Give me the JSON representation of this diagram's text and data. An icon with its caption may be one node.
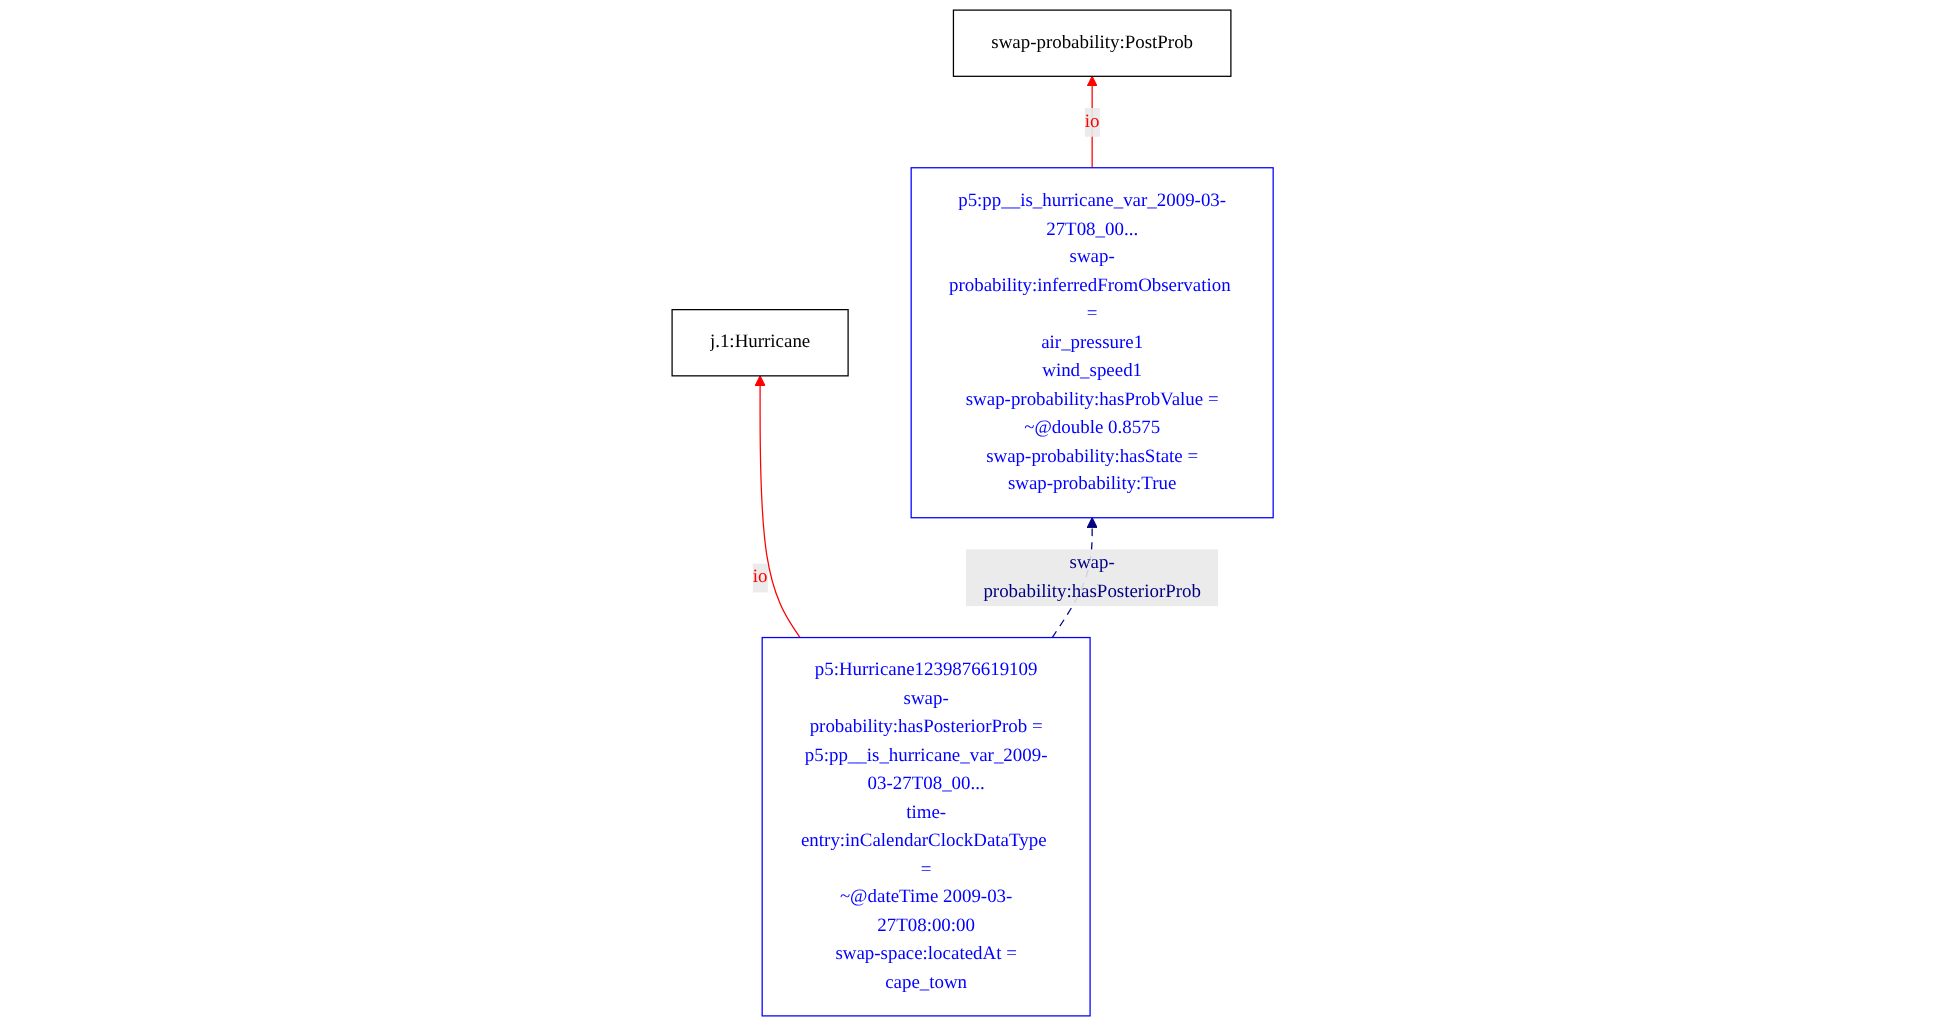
{
  "diagram": {
    "nodes": [
      {
        "text": [
          "j.1:Hurricane"
        ]
      },
      {
        "text": [
          "swap-probability:PostProb"
        ]
      },
      {
        "text": [
          "p5:Hurricane1239876619109",
          "swap-probability:hasPosteriorProb =",
          "p5:pp__is_hurricane_var_2009-03-27T08_00...",
          "time-entry:inCalendarClockDataType =",
          "~@dateTime 2009-03-27T08:00:00",
          "swap-space:locatedAt =",
          "cape_town"
        ]
      },
      {
        "text": [
          "p5:pp__is_hurricane_var_2009-03-27T08_00...",
          "swap-probability:inferredFromObservation =",
          "air_pressure1",
          "wind_speed1",
          "swap-probability:hasProbValue =",
          "~@double 0.8575",
          "swap-probability:hasState =",
          "swap-probability:True"
        ]
      }
    ],
    "edges": [
      {
        "from": 2,
        "to": 0,
        "arrow": "to",
        "label": "io",
        "color": "#ff0000"
      },
      {
        "from": 2,
        "to": 3,
        "arrow": "to",
        "label": "swap-probability:hasPosteriorProb",
        "style": "dashed",
        "color": "#000080"
      },
      {
        "from": 3,
        "to": 1,
        "arrow": "to",
        "label": "io",
        "color": "#ff0000"
      }
    ]
  }
}
